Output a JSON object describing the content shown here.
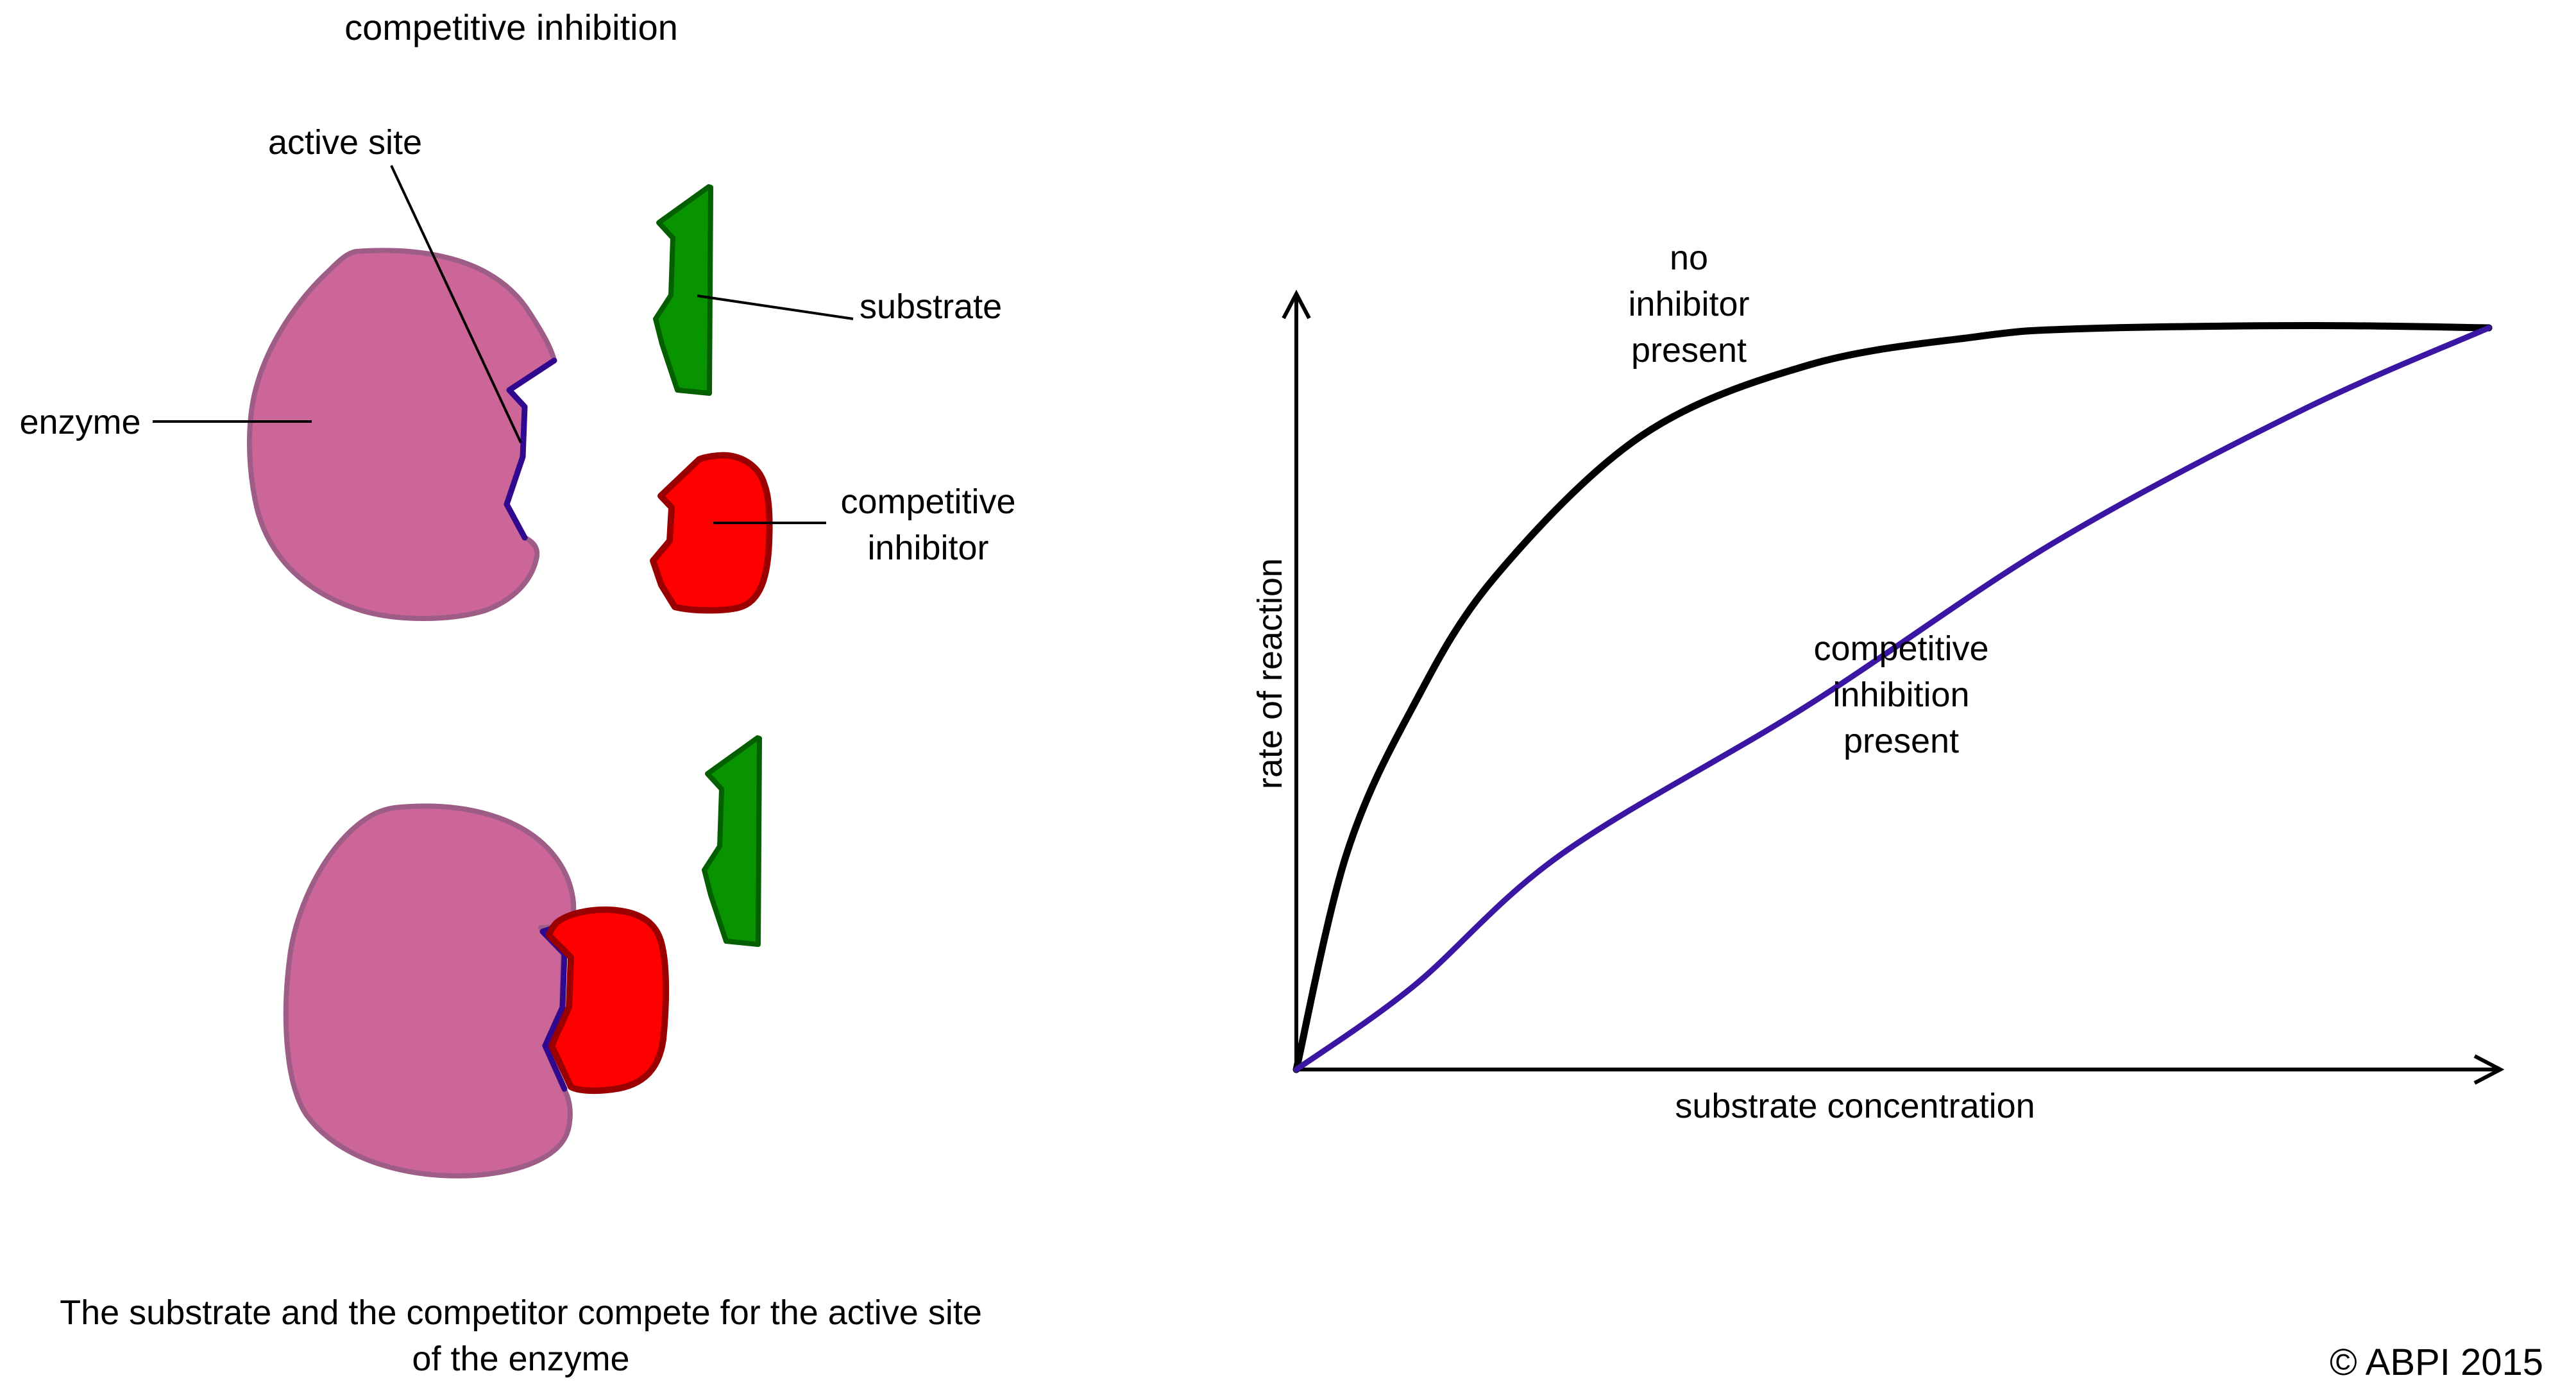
{
  "title": "competitive inhibition",
  "colors": {
    "background": "#ffffff",
    "text": "#000000",
    "enzyme_fill": "#cc6699",
    "enzyme_outline": "#9e5d86",
    "active_site": "#30098f",
    "substrate_fill": "#089400",
    "substrate_outline": "#045f00",
    "inhibitor_fill": "#fe0000",
    "inhibitor_outline": "#9b0000",
    "pointer_line": "#000000"
  },
  "diagram": {
    "label_active_site": "active site",
    "label_enzyme": "enzyme",
    "label_substrate": "substrate",
    "label_inhibitor_line1": "competitive",
    "label_inhibitor_line2": "inhibitor"
  },
  "caption": {
    "line1": "The substrate and the competitor compete for the active site",
    "line2": "of the enzyme"
  },
  "chart_data": {
    "type": "line",
    "title": "",
    "xlabel": "substrate concentration",
    "ylabel": "rate of reaction",
    "x_axis": {
      "quantitative": false,
      "range_norm": [
        0,
        1
      ],
      "arrow": true
    },
    "y_axis": {
      "quantitative": false,
      "range_norm": [
        0,
        1
      ],
      "arrow": true
    },
    "grid": false,
    "legend": "inline colored text labels beside each curve",
    "series": [
      {
        "name": "no inhibitor present",
        "label_lines": [
          "no",
          "inhibitor",
          "present"
        ],
        "color": "#000000",
        "description": "hyperbolic saturation curve: steep initial rise, plateaus at maximum rate by ~65% of axis",
        "points": [
          [
            0,
            0
          ],
          [
            0.042,
            0.29
          ],
          [
            0.098,
            0.49
          ],
          [
            0.167,
            0.665
          ],
          [
            0.29,
            0.855
          ],
          [
            0.43,
            0.95
          ],
          [
            0.57,
            0.988
          ],
          [
            0.66,
            0.999
          ],
          [
            0.85,
            1.003
          ],
          [
            1,
            1
          ]
        ]
      },
      {
        "name": "competitive inhibition present",
        "label_lines": [
          "competitive",
          "inhibition",
          "present"
        ],
        "color": "#3a16a2",
        "description": "slower, flatter rise that converges to the same maximum rate at the far right",
        "points": [
          [
            0,
            0
          ],
          [
            0.098,
            0.112
          ],
          [
            0.222,
            0.29
          ],
          [
            0.428,
            0.49
          ],
          [
            0.635,
            0.71
          ],
          [
            0.842,
            0.888
          ],
          [
            1,
            1
          ]
        ]
      }
    ]
  },
  "footer": {
    "copyright": "© ABPI 2015"
  }
}
